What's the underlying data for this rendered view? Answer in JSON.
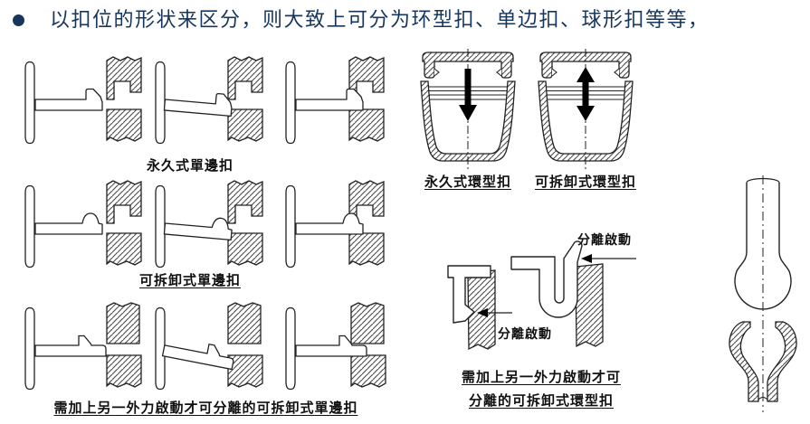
{
  "page": {
    "background": "#ffffff",
    "accent_color": "#17365d",
    "line_color": "#222222"
  },
  "header": {
    "bullet_text": "以扣位的形状来区分，则大致上可分为环型扣、单边扣、球形扣等等，"
  },
  "cantilever_section": {
    "caption_permanent": "永久式單邊扣",
    "caption_detachable": "可拆卸式單邊扣",
    "caption_external_force": "需加上另一外力啟動才可分離的可拆卸式單邊扣"
  },
  "annular_section": {
    "caption_permanent": "永久式環型扣",
    "caption_detachable": "可拆卸式環型扣",
    "caption_external_force_line1": "需加上另一外力啟動才可",
    "caption_external_force_line2": "分離的可拆卸式環型扣",
    "annotation_release_left": "分離啟動",
    "annotation_release_right": "分離啟動"
  }
}
